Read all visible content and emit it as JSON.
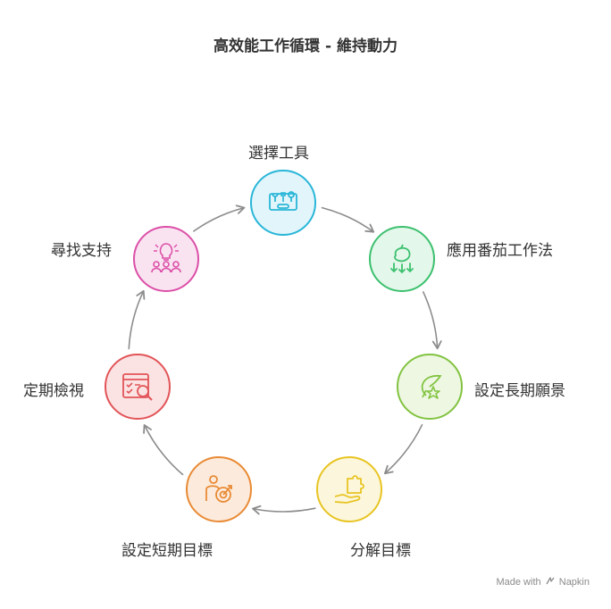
{
  "title": "高效能工作循環 - 維持動力",
  "steps": [
    {
      "label": "選擇工具",
      "icon": "toolbox-icon",
      "color": "#29b6d8",
      "fill": "#e2f5fb"
    },
    {
      "label": "應用番茄工作法",
      "icon": "tomato-download-icon",
      "color": "#3cc06e",
      "fill": "#e3f7ea"
    },
    {
      "label": "設定長期願景",
      "icon": "star-leaf-icon",
      "color": "#82c341",
      "fill": "#eef7e2"
    },
    {
      "label": "分解目標",
      "icon": "puzzle-hand-icon",
      "color": "#e8c422",
      "fill": "#fcf7dc"
    },
    {
      "label": "設定短期目標",
      "icon": "person-target-icon",
      "color": "#e98a35",
      "fill": "#fcebdc"
    },
    {
      "label": "定期檢視",
      "icon": "checklist-magnifier-icon",
      "color": "#e25458",
      "fill": "#fbe3e3"
    },
    {
      "label": "尋找支持",
      "icon": "idea-team-icon",
      "color": "#db4fa8",
      "fill": "#fae3f1"
    }
  ],
  "watermark": {
    "prefix": "Made with",
    "brand": "Napkin"
  }
}
